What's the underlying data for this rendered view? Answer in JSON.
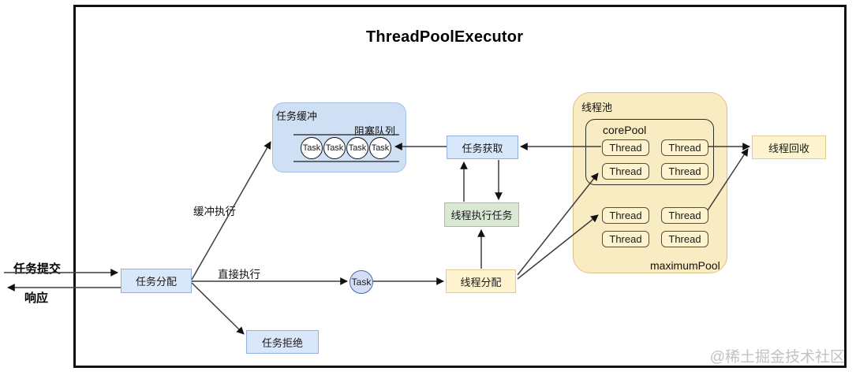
{
  "title": "ThreadPoolExecutor",
  "watermark": "@稀土掘金技术社区",
  "io": {
    "submit_label": "任务提交",
    "response_label": "响应"
  },
  "edge_labels": {
    "buffered_exec": "缓冲执行",
    "direct_exec": "直接执行"
  },
  "nodes": {
    "task_dispatch": "任务分配",
    "task_reject": "任务拒绝",
    "task_fetch": "任务获取",
    "thread_run_task": "线程执行任务",
    "thread_dispatch": "线程分配",
    "thread_recycle": "线程回收",
    "direct_task": "Task"
  },
  "task_buffer": {
    "label": "任务缓冲",
    "queue_label": "阻塞队列",
    "queue_tasks": [
      "Task",
      "Task",
      "Task",
      "Task"
    ]
  },
  "thread_pool": {
    "label": "线程池",
    "core_pool_label": "corePool",
    "maximum_pool_label": "maximumPool",
    "core_threads": [
      "Thread",
      "Thread",
      "Thread",
      "Thread"
    ],
    "maximum_threads": [
      "Thread",
      "Thread",
      "Thread",
      "Thread"
    ]
  },
  "colors": {
    "blue_fill": "#d9e7fa",
    "blue_border": "#8fb1dc",
    "blue_region_fill": "#cfe0f5",
    "green_fill": "#d9e8d3",
    "green_border": "#a2c096",
    "yellow_fill": "#fef4cf",
    "yellow_border": "#e0cc8c",
    "pool_region_fill": "#faecc2",
    "line": "#3d3d3d",
    "watermark_gray": "#c2c2c2"
  }
}
